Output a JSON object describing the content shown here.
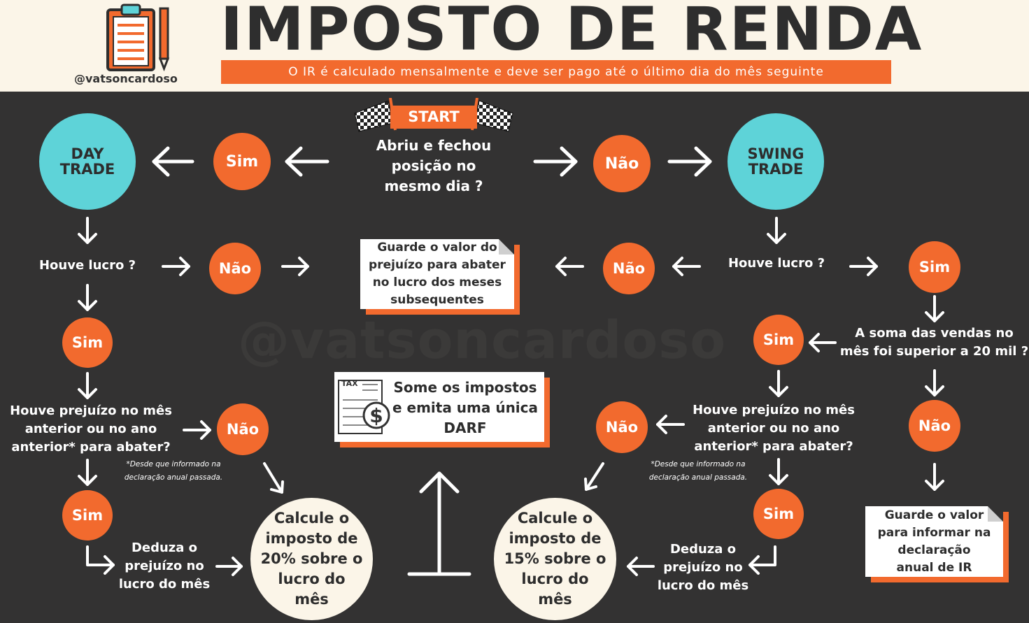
{
  "header": {
    "title": "IMPOSTO DE RENDA",
    "subtitle": "O IR é calculado mensalmente e deve ser pago até o último dia do mês seguinte",
    "handle": "@vatsoncardoso",
    "icon": "clipboard-pencil-icon"
  },
  "colors": {
    "background": "#333232",
    "header_bg": "#fbf5e8",
    "accent": "#f26a2e",
    "cyan": "#5ed3d8",
    "cream": "#fbf5e8",
    "text": "#ffffff"
  },
  "watermark": "@vatsoncardoso",
  "start": {
    "label": "START",
    "icon": "checkered-flag-icon"
  },
  "question_same_day": [
    "Abriu e fechou",
    "posição no",
    "mesmo dia ?"
  ],
  "left": {
    "branch_yes": "Sim",
    "type": [
      "DAY",
      "TRADE"
    ],
    "profit_question": "Houve lucro ?",
    "profit_no": "Não",
    "profit_yes": "Sim",
    "loss_question": [
      "Houve prejuízo no mês",
      "anterior ou no ano",
      "anterior* para abater?"
    ],
    "loss_no": "Não",
    "loss_yes": "Sim",
    "footnote": [
      "*Desde que informado na",
      "declaração anual passada."
    ],
    "deduct": [
      "Deduza o",
      "prejuízo no",
      "lucro do mês"
    ],
    "calc": [
      "Calcule o",
      "imposto de",
      "20% sobre o",
      "lucro do",
      "mês"
    ]
  },
  "right": {
    "branch_no": "Não",
    "type": [
      "SWING",
      "TRADE"
    ],
    "profit_question": "Houve lucro ?",
    "profit_no": "Não",
    "profit_yes": "Sim",
    "sales_question": [
      "A soma das vendas no",
      "mês  foi superior a 20 mil ?"
    ],
    "sales_yes": "Sim",
    "sales_no": "Não",
    "loss_question": [
      "Houve prejuízo no mês",
      "anterior ou no ano",
      "anterior* para abater?"
    ],
    "loss_no": "Não",
    "loss_yes": "Sim",
    "footnote": [
      "*Desde que informado na",
      "declaração anual passada."
    ],
    "deduct": [
      "Deduza o",
      "prejuízo no",
      "lucro do mês"
    ],
    "calc": [
      "Calcule o",
      "imposto de",
      "15% sobre o",
      "lucro do",
      "mês"
    ],
    "save_annual": [
      "Guarde o valor",
      "para informar na",
      "declaração",
      "anual de IR"
    ]
  },
  "save_loss": [
    "Guarde o valor do",
    "prejuízo para abater",
    "no lucro dos meses",
    "subsequentes"
  ],
  "darf": {
    "lines": [
      "Some os impostos",
      "e emita uma única",
      "DARF"
    ],
    "icon_label": "TAX",
    "icon": "tax-document-dollar-icon"
  }
}
